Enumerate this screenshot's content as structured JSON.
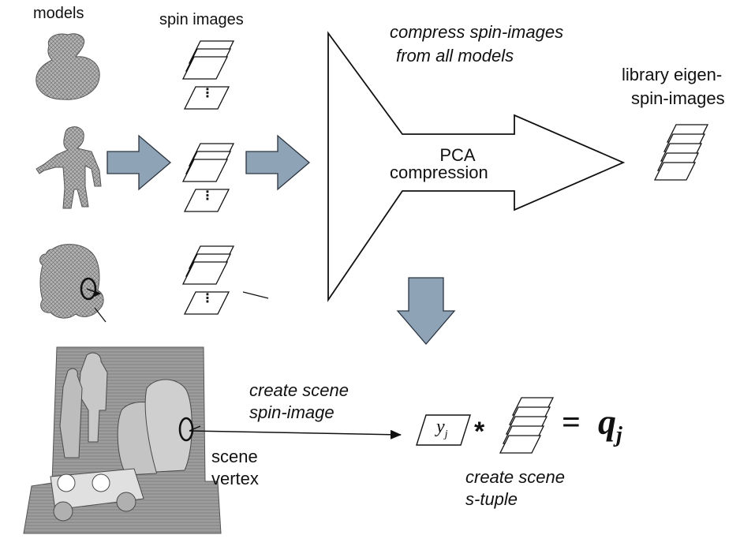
{
  "labels": {
    "models": "models",
    "spin_images": "spin images",
    "compress_line1": "compress spin-images",
    "compress_line2": "from all models",
    "pca_line1": "PCA",
    "pca_line2": "compression",
    "library_line1": "library eigen-",
    "library_line2": "spin-images",
    "create_scene_line1": "create scene",
    "create_scene_line2": "spin-image",
    "scene_line1": "scene",
    "scene_line2": "vertex",
    "tuple_line1": "create scene",
    "tuple_line2": "s-tuple",
    "y_symbol": "y",
    "y_subscript": "j",
    "times": "*",
    "equals": "=",
    "q_symbol": "q",
    "q_subscript": "j",
    "dots": "⋮"
  },
  "colors": {
    "block_arrow_fill": "#8fa3b6",
    "block_arrow_stroke": "#2b3440",
    "line": "#111111",
    "model_fill": "#9a9a9a",
    "scene_fill": "#8c8c8c"
  }
}
